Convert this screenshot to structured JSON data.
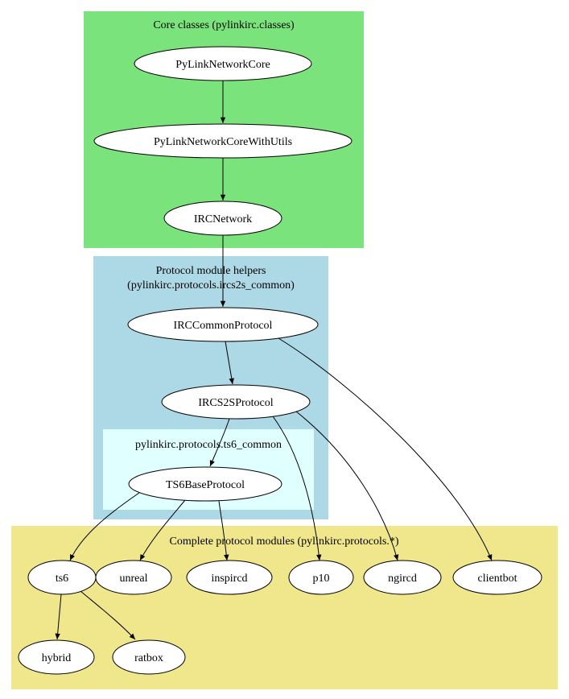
{
  "diagram": {
    "clusters": {
      "core": {
        "title": "Core classes (pylinkirc.classes)",
        "color": "#7be37b"
      },
      "helpers": {
        "title_line1": "Protocol module helpers",
        "title_line2": "(pylinkirc.protocols.ircs2s_common)",
        "color": "#add8e6"
      },
      "ts6_common": {
        "title": "pylinkirc.protocols.ts6_common",
        "color": "#e0ffff"
      },
      "complete": {
        "title": "Complete protocol modules (pylinkirc.protocols.*)",
        "color": "#f0e68c"
      }
    },
    "nodes": {
      "pylinknetworkcore": {
        "label": "PyLinkNetworkCore"
      },
      "pylinknetworkcorewithutils": {
        "label": "PyLinkNetworkCoreWithUtils"
      },
      "ircnetwork": {
        "label": "IRCNetwork"
      },
      "irccommonprotocol": {
        "label": "IRCCommonProtocol"
      },
      "ircs2sprotocol": {
        "label": "IRCS2SProtocol"
      },
      "ts6baseprotocol": {
        "label": "TS6BaseProtocol"
      },
      "ts6": {
        "label": "ts6"
      },
      "unreal": {
        "label": "unreal"
      },
      "inspircd": {
        "label": "inspircd"
      },
      "p10": {
        "label": "p10"
      },
      "ngircd": {
        "label": "ngircd"
      },
      "clientbot": {
        "label": "clientbot"
      },
      "hybrid": {
        "label": "hybrid"
      },
      "ratbox": {
        "label": "ratbox"
      }
    },
    "edges": [
      {
        "from": "PyLinkNetworkCore",
        "to": "PyLinkNetworkCoreWithUtils"
      },
      {
        "from": "PyLinkNetworkCoreWithUtils",
        "to": "IRCNetwork"
      },
      {
        "from": "IRCNetwork",
        "to": "IRCCommonProtocol"
      },
      {
        "from": "IRCCommonProtocol",
        "to": "IRCS2SProtocol"
      },
      {
        "from": "IRCCommonProtocol",
        "to": "clientbot"
      },
      {
        "from": "IRCS2SProtocol",
        "to": "TS6BaseProtocol"
      },
      {
        "from": "IRCS2SProtocol",
        "to": "p10"
      },
      {
        "from": "IRCS2SProtocol",
        "to": "ngircd"
      },
      {
        "from": "TS6BaseProtocol",
        "to": "ts6"
      },
      {
        "from": "TS6BaseProtocol",
        "to": "unreal"
      },
      {
        "from": "TS6BaseProtocol",
        "to": "inspircd"
      },
      {
        "from": "ts6",
        "to": "hybrid"
      },
      {
        "from": "ts6",
        "to": "ratbox"
      }
    ]
  }
}
